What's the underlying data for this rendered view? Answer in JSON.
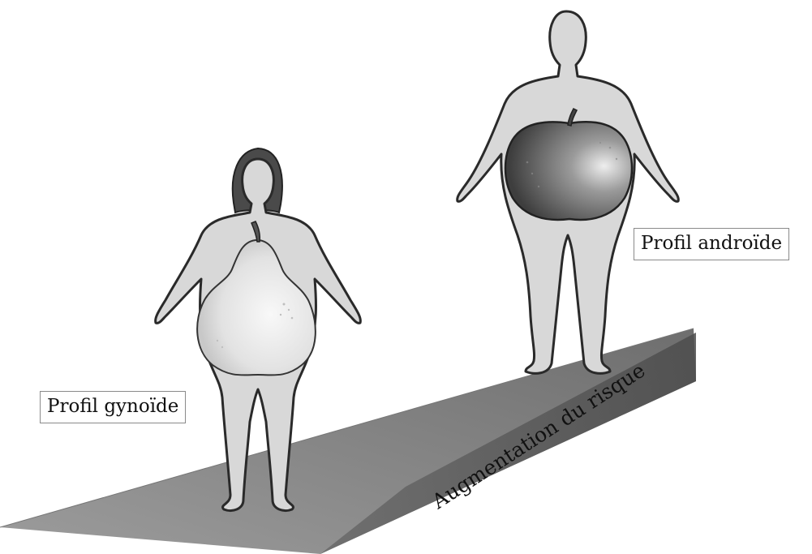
{
  "labels": {
    "gynoid": "Profil gynoïde",
    "android": "Profil androïde",
    "slope": "Augmentation du risque"
  },
  "colors": {
    "body_fill": "#d8d8d8",
    "outline": "#2a2a2a",
    "ramp_top": "#8e8e8e",
    "ramp_side": "#5e5e5e",
    "pear_fill": "#e6e6e6",
    "apple_fill": "#6a6a6a",
    "hair": "#4a4a4a"
  },
  "icons": [
    "pear-icon",
    "apple-icon"
  ]
}
